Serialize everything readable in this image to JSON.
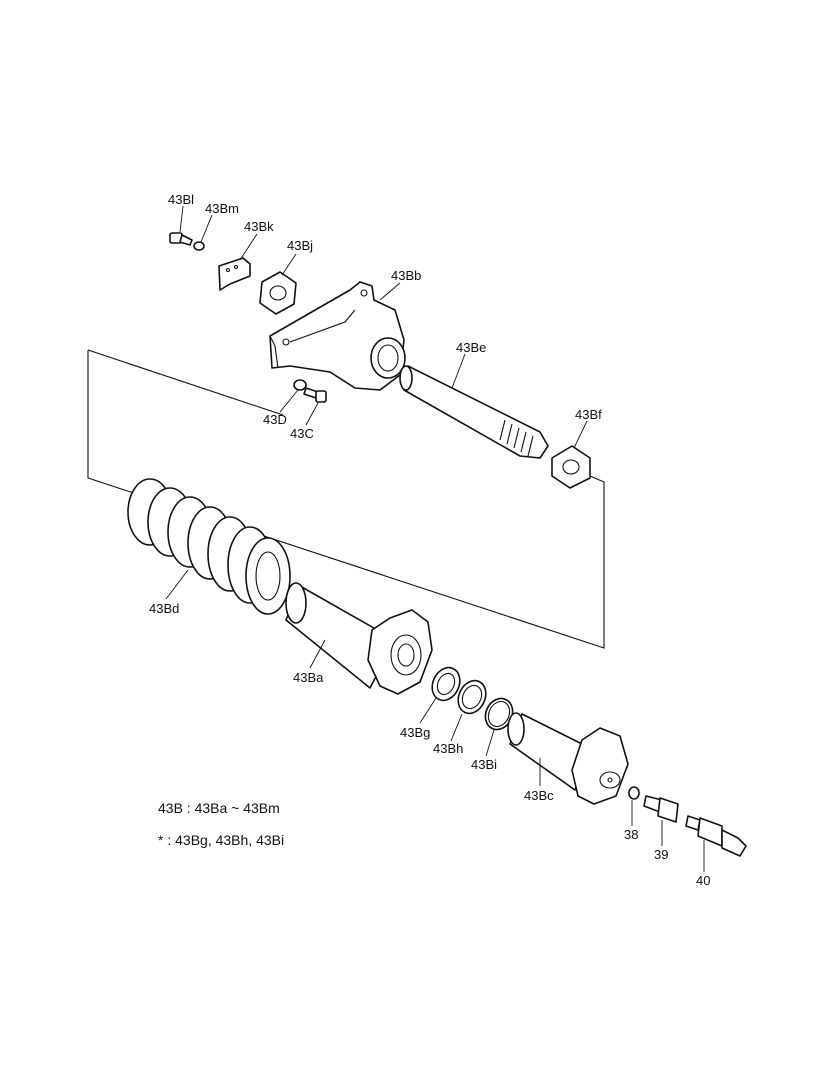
{
  "labels": {
    "bl": "43Bl",
    "bm": "43Bm",
    "bk": "43Bk",
    "bj": "43Bj",
    "bb": "43Bb",
    "be": "43Be",
    "bf": "43Bf",
    "d": "43D",
    "c": "43C",
    "bd": "43Bd",
    "ba": "43Ba",
    "bg": "43Bg",
    "bh": "43Bh",
    "bi": "43Bi",
    "bc": "43Bc",
    "p38": "38",
    "p39": "39",
    "p40": "40"
  },
  "legend": {
    "line1": "43B : 43Ba ~ 43Bm",
    "line2": "* : 43Bg, 43Bh, 43Bi"
  }
}
